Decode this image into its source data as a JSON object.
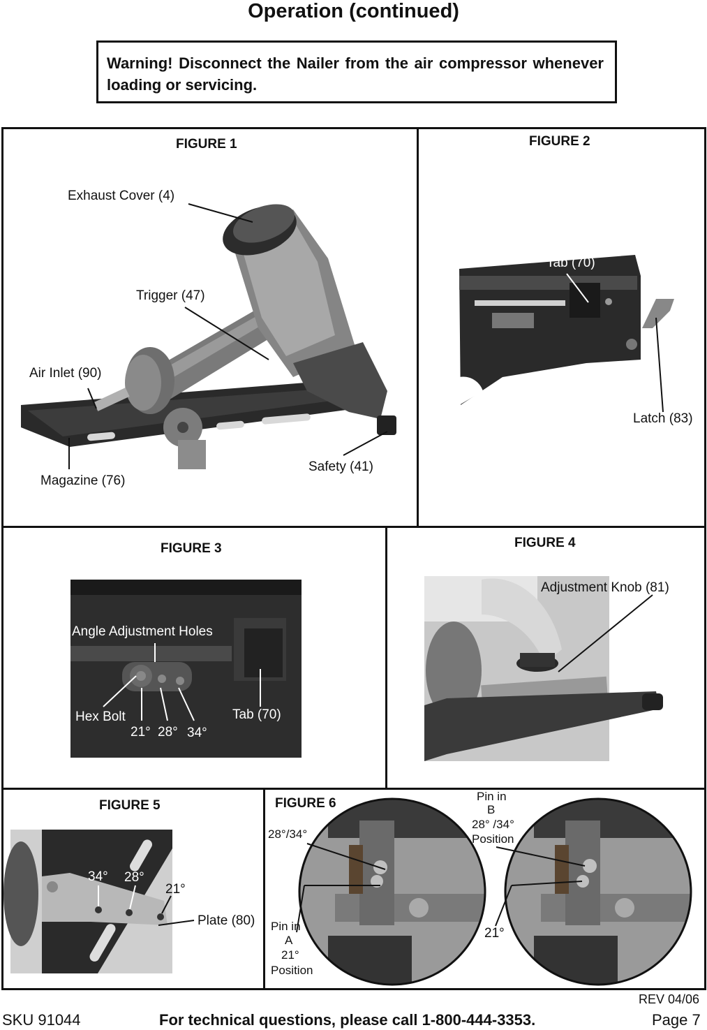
{
  "header": {
    "title": "Operation (continued)"
  },
  "warning": {
    "text": "Warning!  Disconnect the Nailer from the air compressor whenever loading or servicing."
  },
  "figure1": {
    "title": "FIGURE 1",
    "labels": {
      "exhaust_cover": "Exhaust Cover (4)",
      "trigger": "Trigger (47)",
      "air_inlet": "Air Inlet (90)",
      "magazine": "Magazine (76)",
      "safety": "Safety (41)"
    }
  },
  "figure2": {
    "title": "FIGURE 2",
    "labels": {
      "tab": "Tab (70)",
      "latch": "Latch (83)"
    }
  },
  "figure3": {
    "title": "FIGURE 3",
    "labels": {
      "angle_holes": "Angle Adjustment Holes",
      "hex_bolt": "Hex Bolt",
      "tab": "Tab (70)",
      "deg21": "21°",
      "deg28": "28°",
      "deg34": "34°"
    }
  },
  "figure4": {
    "title": "FIGURE 4",
    "labels": {
      "knob": "Adjustment Knob (81)"
    }
  },
  "figure5": {
    "title": "FIGURE 5",
    "labels": {
      "deg34": "34°",
      "deg28": "28°",
      "deg21": "21°",
      "plate": "Plate (80)"
    }
  },
  "figure6": {
    "title": "FIGURE 6",
    "labels": {
      "pin_b_1": "Pin in",
      "pin_b_2": "B",
      "pin_b_3": "28° /34°",
      "pin_b_4": "Position",
      "left_angle": "28°/34°",
      "pin_a_1": "Pin in",
      "pin_a_2": "A",
      "pin_a_3": "21°",
      "pin_a_4": "Position",
      "right_angle": "21°"
    }
  },
  "footer": {
    "rev": "REV 04/06",
    "sku": "SKU 91044",
    "contact": "For technical questions, please call 1-800-444-3353.",
    "page": "Page 7"
  }
}
